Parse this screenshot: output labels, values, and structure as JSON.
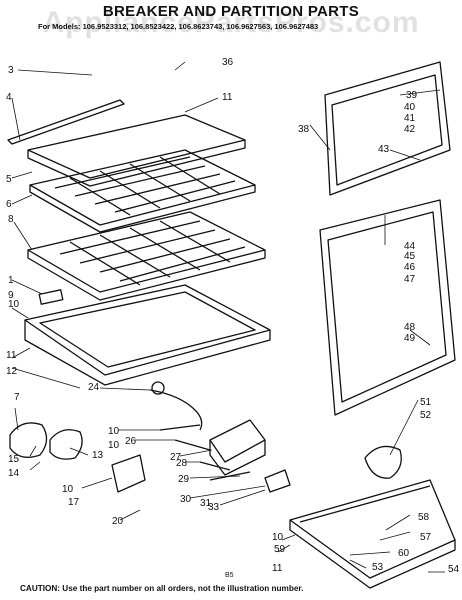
{
  "title": "BREAKER AND PARTITION PARTS",
  "models": "For Models: 106.9523312, 106.8523422, 106.8623743, 106.9627563, 106.9627483",
  "watermark": "AppliancePartsPros.com",
  "page_code": "B5",
  "caution": "CAUTION: Use the part number on all orders, not the illustration number.",
  "callouts": [
    "3",
    "36",
    "4",
    "11",
    "5",
    "6",
    "8",
    "1",
    "9",
    "10",
    "11",
    "12",
    "7",
    "24",
    "10",
    "26",
    "27",
    "28",
    "10",
    "29",
    "30",
    "15",
    "13",
    "14",
    "10",
    "17",
    "31",
    "20",
    "33",
    "39",
    "40",
    "41",
    "42",
    "43",
    "38",
    "44",
    "45",
    "46",
    "47",
    "48",
    "49",
    "51",
    "52",
    "58",
    "57",
    "60",
    "53",
    "10",
    "59",
    "11",
    "54"
  ]
}
